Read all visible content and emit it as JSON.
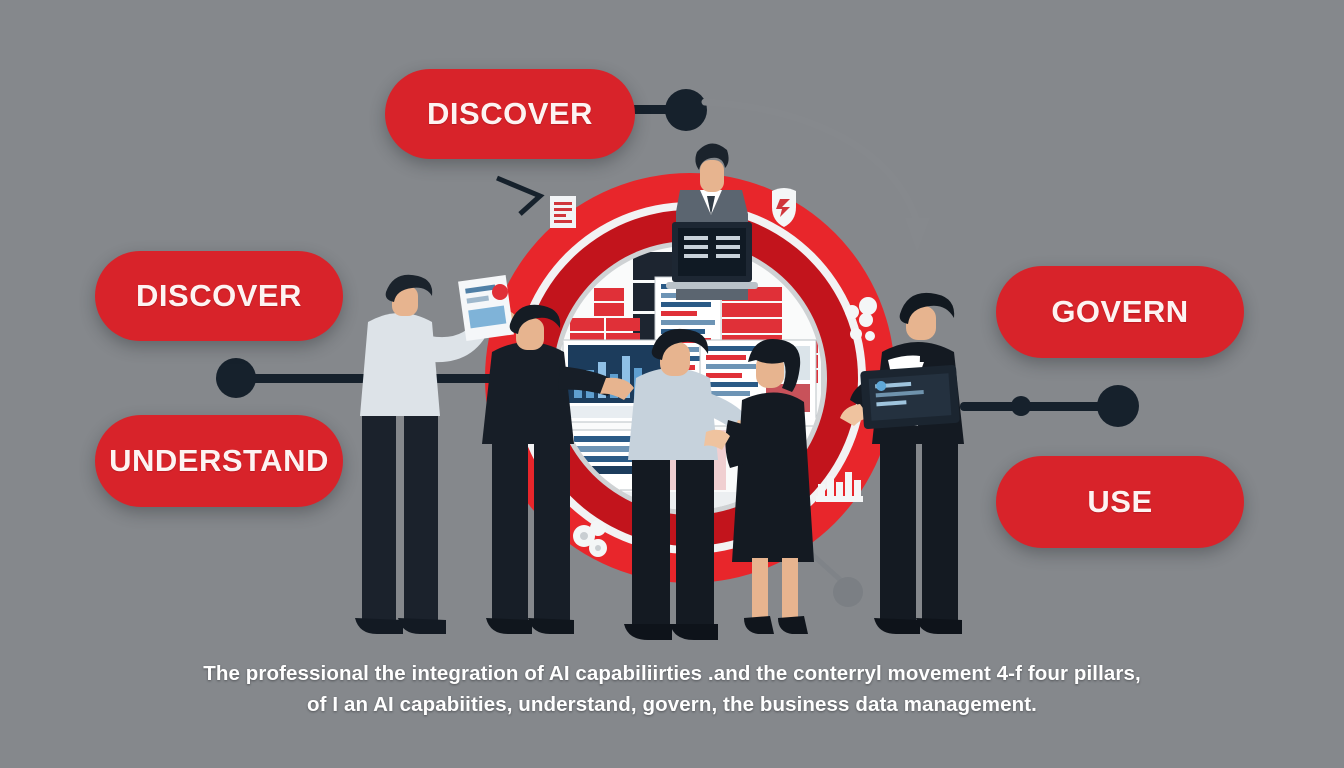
{
  "scene": {
    "kind": "flat-vector-illustration",
    "background_color": "#85888c",
    "accent_red": "#d8232a",
    "deep_red": "#c2141c",
    "dark_navy": "#1b2733",
    "connector_gray": "#86898d"
  },
  "pillars": [
    {
      "id": "discover-top",
      "label": "DISCOVER",
      "position": "top-center"
    },
    {
      "id": "discover-left",
      "label": "DISCOVER",
      "position": "left-upper"
    },
    {
      "id": "understand",
      "label": "UNDERSTAND",
      "position": "left-lower"
    },
    {
      "id": "govern",
      "label": "GOVERN",
      "position": "right-upper"
    },
    {
      "id": "use",
      "label": "USE",
      "position": "right-lower"
    }
  ],
  "connectors": [
    {
      "id": "top-node",
      "shape": "dot-with-line",
      "color": "#1b2733"
    },
    {
      "id": "left-node",
      "shape": "dot-with-line",
      "color": "#1b2733"
    },
    {
      "id": "right-small-node",
      "shape": "dot",
      "color": "#1b2733"
    },
    {
      "id": "right-large-node",
      "shape": "dot-with-line",
      "color": "#1b2733"
    },
    {
      "id": "bottom-node",
      "shape": "dot-with-line",
      "color": "#86898d"
    },
    {
      "id": "curved-arrow",
      "shape": "curved-arrow",
      "color": "#86898d"
    }
  ],
  "center": {
    "description": "concentric red rings with a white inner disc containing dashboards, charts and a data stack",
    "ring_outer_color": "#e8262b",
    "ring_inner_color": "#c2141c",
    "disc_color": "#f6f7f8"
  },
  "figures": [
    {
      "id": "presenter",
      "role": "man in grey suit at laptop podium"
    },
    {
      "id": "pointing-man",
      "role": "man in white shirt pointing at report"
    },
    {
      "id": "dark-suit-man",
      "role": "man in dark suit, back turned"
    },
    {
      "id": "center-man",
      "role": "man in light blue shirt shaking hands"
    },
    {
      "id": "woman",
      "role": "woman in black dress"
    },
    {
      "id": "tablet-man",
      "role": "man in dark suit holding tablet"
    }
  ],
  "floating_icons": [
    {
      "id": "document-icon",
      "glyph": "document"
    },
    {
      "id": "shield-icon",
      "glyph": "shield"
    },
    {
      "id": "report-icon",
      "glyph": "report-sheet"
    },
    {
      "id": "cloud-icon",
      "glyph": "cloud-network"
    },
    {
      "id": "gear-icon",
      "glyph": "gear-cluster"
    },
    {
      "id": "city-icon",
      "glyph": "city-skyline"
    }
  ],
  "caption": {
    "line1": "The professional the integration of AI capabiliirties .and the conterryl movement 4-f four pillars,",
    "line2": "of I an AI capabiities, understand, govern, the business data management."
  }
}
